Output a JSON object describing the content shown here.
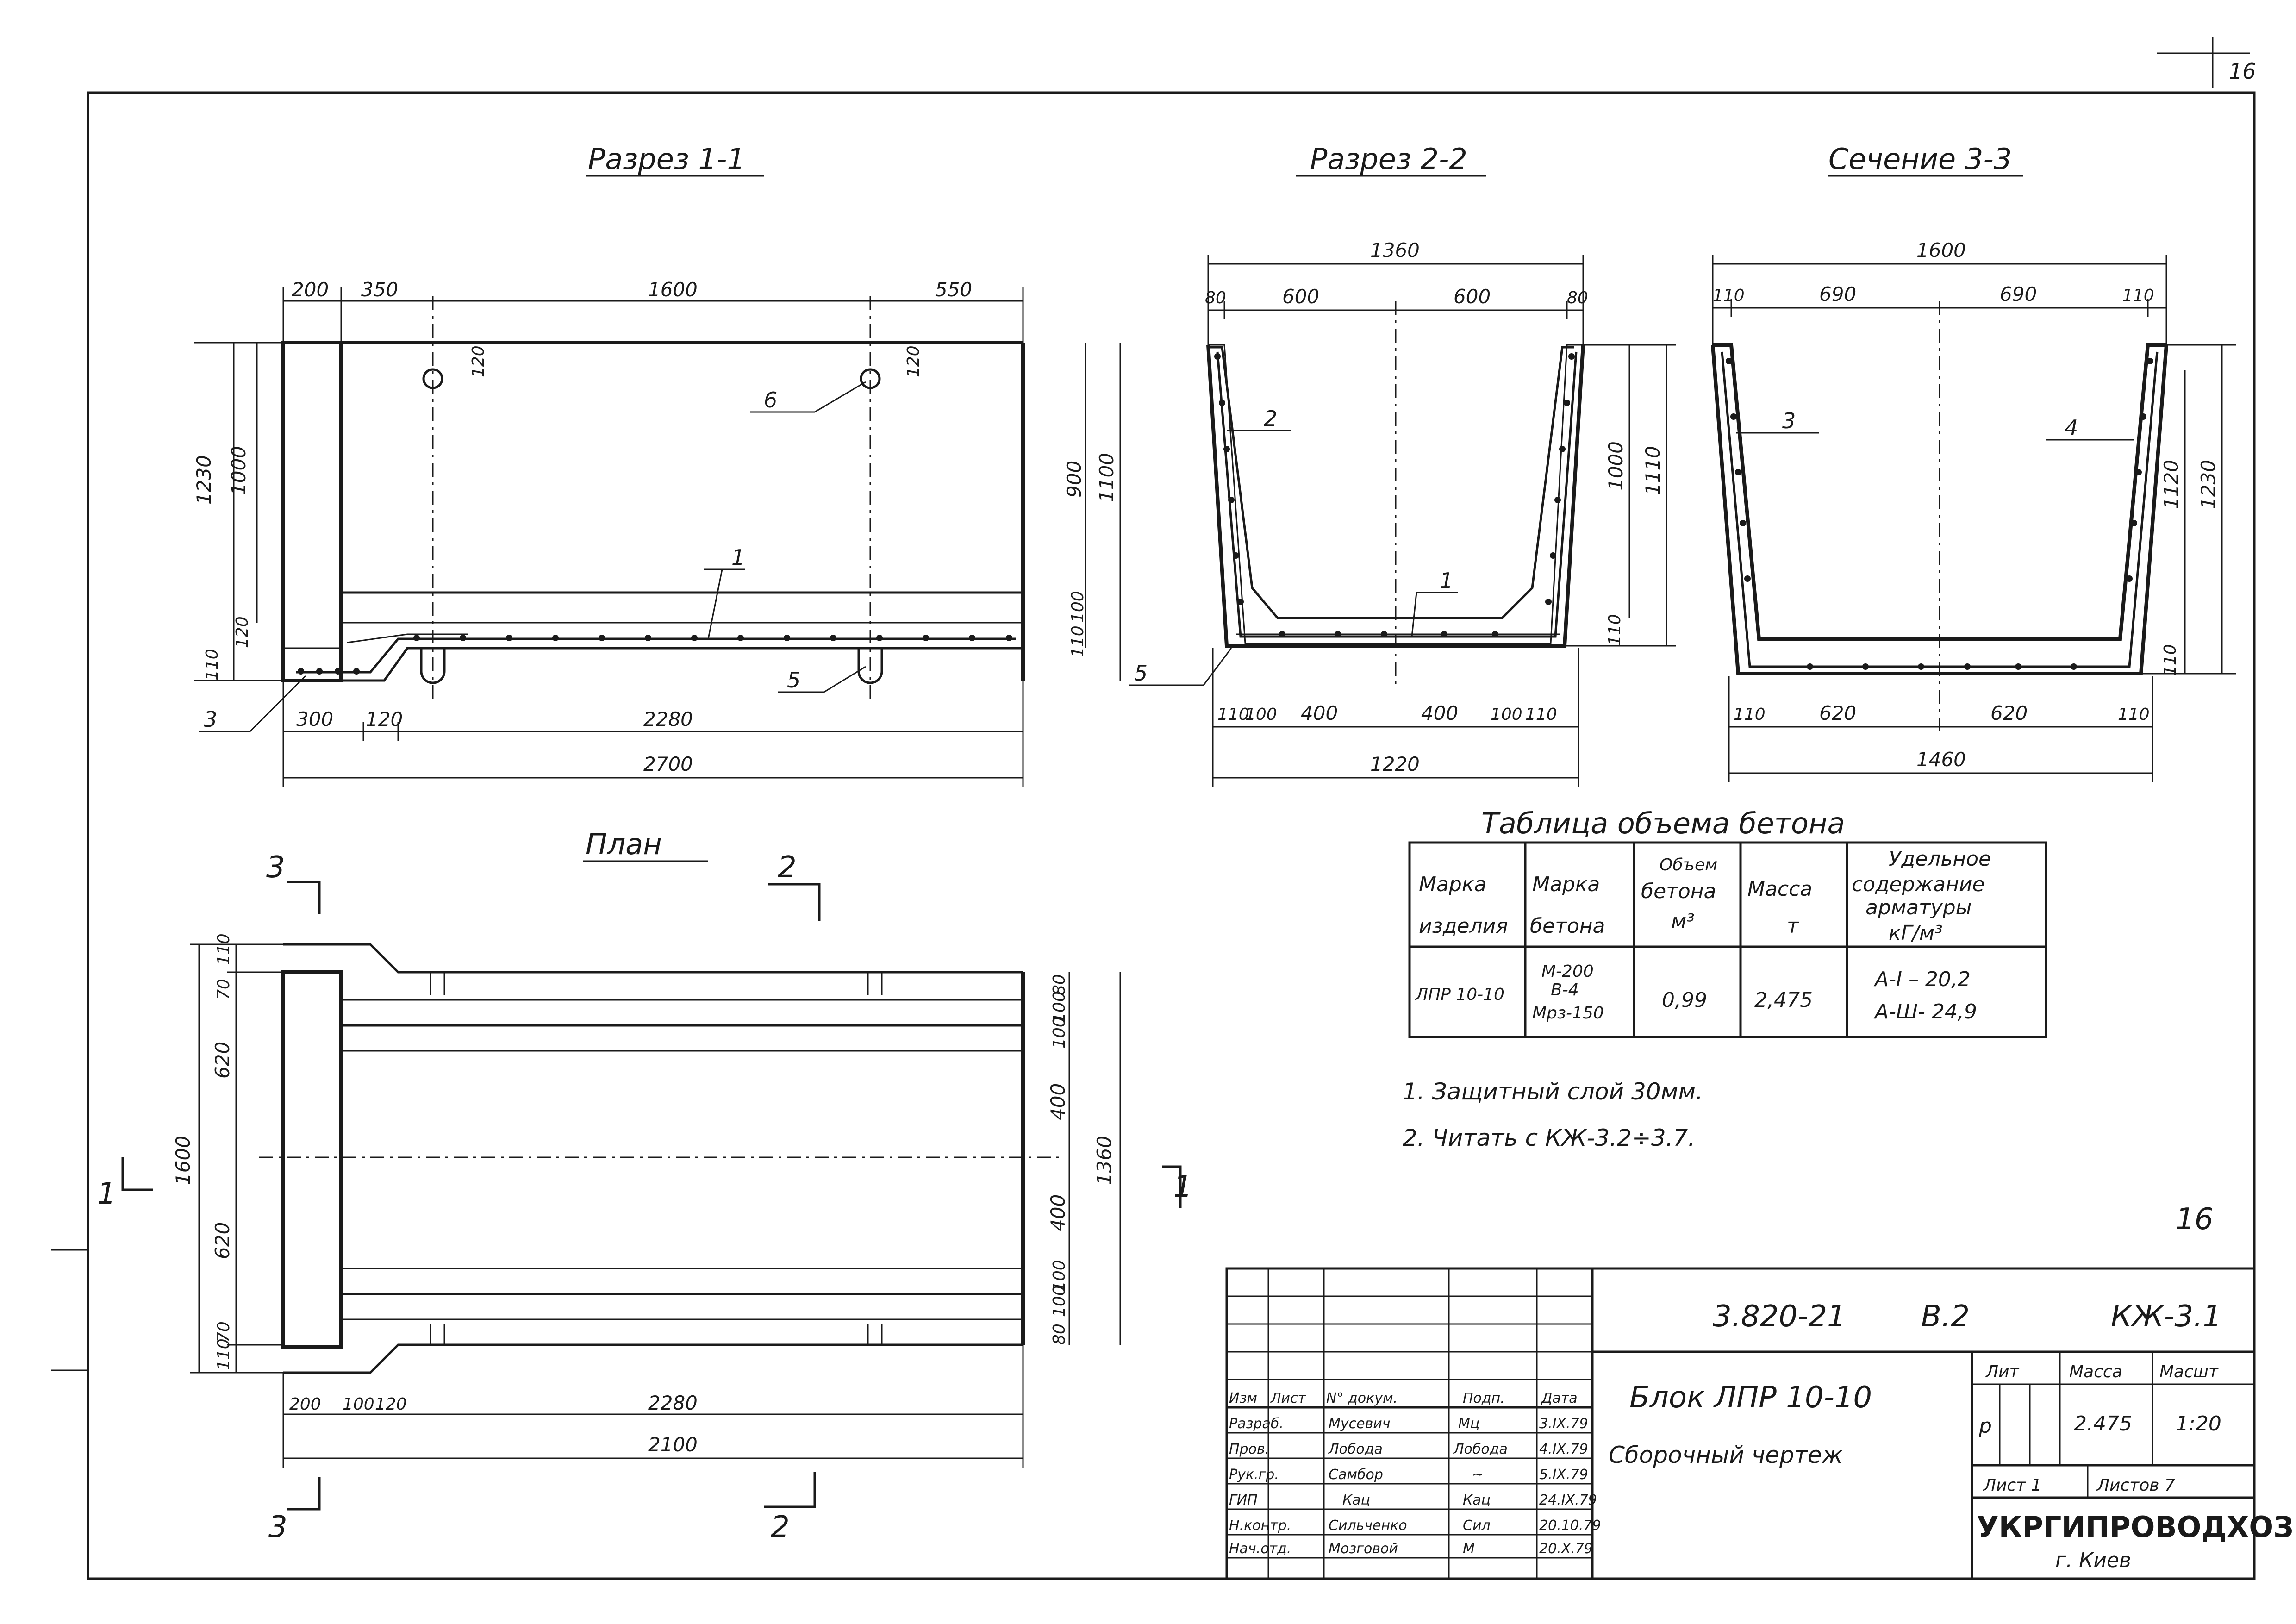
{
  "sheet_number_top": "16",
  "sheet_number_mid": "16",
  "views": {
    "section_1": "Разрез 1-1",
    "section_2": "Разрез 2-2",
    "section_3": "Сечение 3-3",
    "plan": "План"
  },
  "section_1_dims": {
    "top": [
      "200",
      "350",
      "1600",
      "550"
    ],
    "left_outer": "1230",
    "left_inner": "1000",
    "left_bottom": [
      "110",
      "120"
    ],
    "right_outer": "1100",
    "right_inner": "900",
    "right_bottom": [
      "110",
      "100"
    ],
    "hole_offset_left": "120",
    "hole_offset_right": "120",
    "bottom_row": [
      "300",
      "120",
      "2280"
    ],
    "bottom_total": "2700"
  },
  "section_2_dims": {
    "top_total": "1360",
    "top": [
      "80",
      "600",
      "600",
      "80"
    ],
    "right_outer": "1110",
    "right_inner": "1000",
    "right_bottom": "110",
    "bottom_row": [
      "110",
      "100",
      "400",
      "400",
      "100",
      "110"
    ],
    "bottom_total": "1220"
  },
  "section_3_dims": {
    "top_total": "1600",
    "top": [
      "110",
      "690",
      "690",
      "110"
    ],
    "right_outer": "1230",
    "right_inner": "1120",
    "right_bottom": "110",
    "bottom_row": [
      "110",
      "620",
      "620",
      "110"
    ],
    "bottom_total": "1460"
  },
  "plan_dims": {
    "left_outer": "1600",
    "left": [
      "110",
      "70",
      "620",
      "620",
      "70",
      "110"
    ],
    "right_outer": "1360",
    "right": [
      "80",
      "100",
      "100",
      "400",
      "400",
      "100",
      "100",
      "80"
    ],
    "bottom_row": [
      "200",
      "100",
      "120",
      "2280"
    ],
    "bottom_total": "2100"
  },
  "callouts": {
    "s1": [
      "1",
      "3",
      "5",
      "6"
    ],
    "s2": [
      "2",
      "1",
      "5"
    ],
    "s3": [
      "3",
      "4"
    ],
    "cut_marks": [
      "3",
      "2",
      "1",
      "1",
      "2",
      "3"
    ]
  },
  "concrete_table": {
    "title": "Таблица объема бетона",
    "headers": [
      [
        "Марка",
        "изделия"
      ],
      [
        "Марка",
        "бетона"
      ],
      [
        "Объем",
        "бетона",
        "м³"
      ],
      [
        "Масса",
        "т"
      ],
      [
        "Удельное",
        "содержание",
        "арматуры",
        "кГ/м³"
      ]
    ],
    "row": {
      "product": "ЛПР 10-10",
      "concrete": [
        "М-200",
        "В-4",
        "Мрз-150"
      ],
      "volume": "0,99",
      "mass": "2,475",
      "reinforcement": [
        "А-I – 20,2",
        "А-Ш- 24,9"
      ]
    }
  },
  "notes": [
    "1. Защитный слой 30мм.",
    "2. Читать с КЖ-3.2÷3.7."
  ],
  "title_block": {
    "code": "3.820-21",
    "issue": "В.2",
    "sheet_code": "КЖ-3.1",
    "name": "Блок ЛПР 10-10",
    "subtitle": "Сборочный чертеж",
    "col_headers": [
      "Изм",
      "Лист",
      "N° докум.",
      "Подп.",
      "Дата"
    ],
    "roles": [
      {
        "role": "Разраб.",
        "name": "Мусевич",
        "sign": "Мц",
        "date": "3.IX.79"
      },
      {
        "role": "Пров.",
        "name": "Лобода",
        "sign": "Лобода",
        "date": "4.IX.79"
      },
      {
        "role": "Рук.гр.",
        "name": "Самбор",
        "sign": "~",
        "date": "5.IX.79"
      },
      {
        "role": "ГИП",
        "name": "Кац",
        "sign": "Кац",
        "date": "24.IX.79"
      },
      {
        "role": "Н.контр.",
        "name": "Сильченко",
        "sign": "Сил",
        "date": "20.10.79"
      },
      {
        "role": "Нач.отд.",
        "name": "Мозговой",
        "sign": "М",
        "date": "20.X.79"
      }
    ],
    "lit_label": "Лит",
    "mass_label": "Масса",
    "scale_label": "Масшт",
    "lit_value": "р",
    "mass_value": "2.475",
    "scale_value": "1:20",
    "sheet_label": "Лист 1",
    "sheets_label": "Листов 7",
    "organization": "УКРГИПРОВОДХОЗ",
    "city": "г. Киев"
  }
}
